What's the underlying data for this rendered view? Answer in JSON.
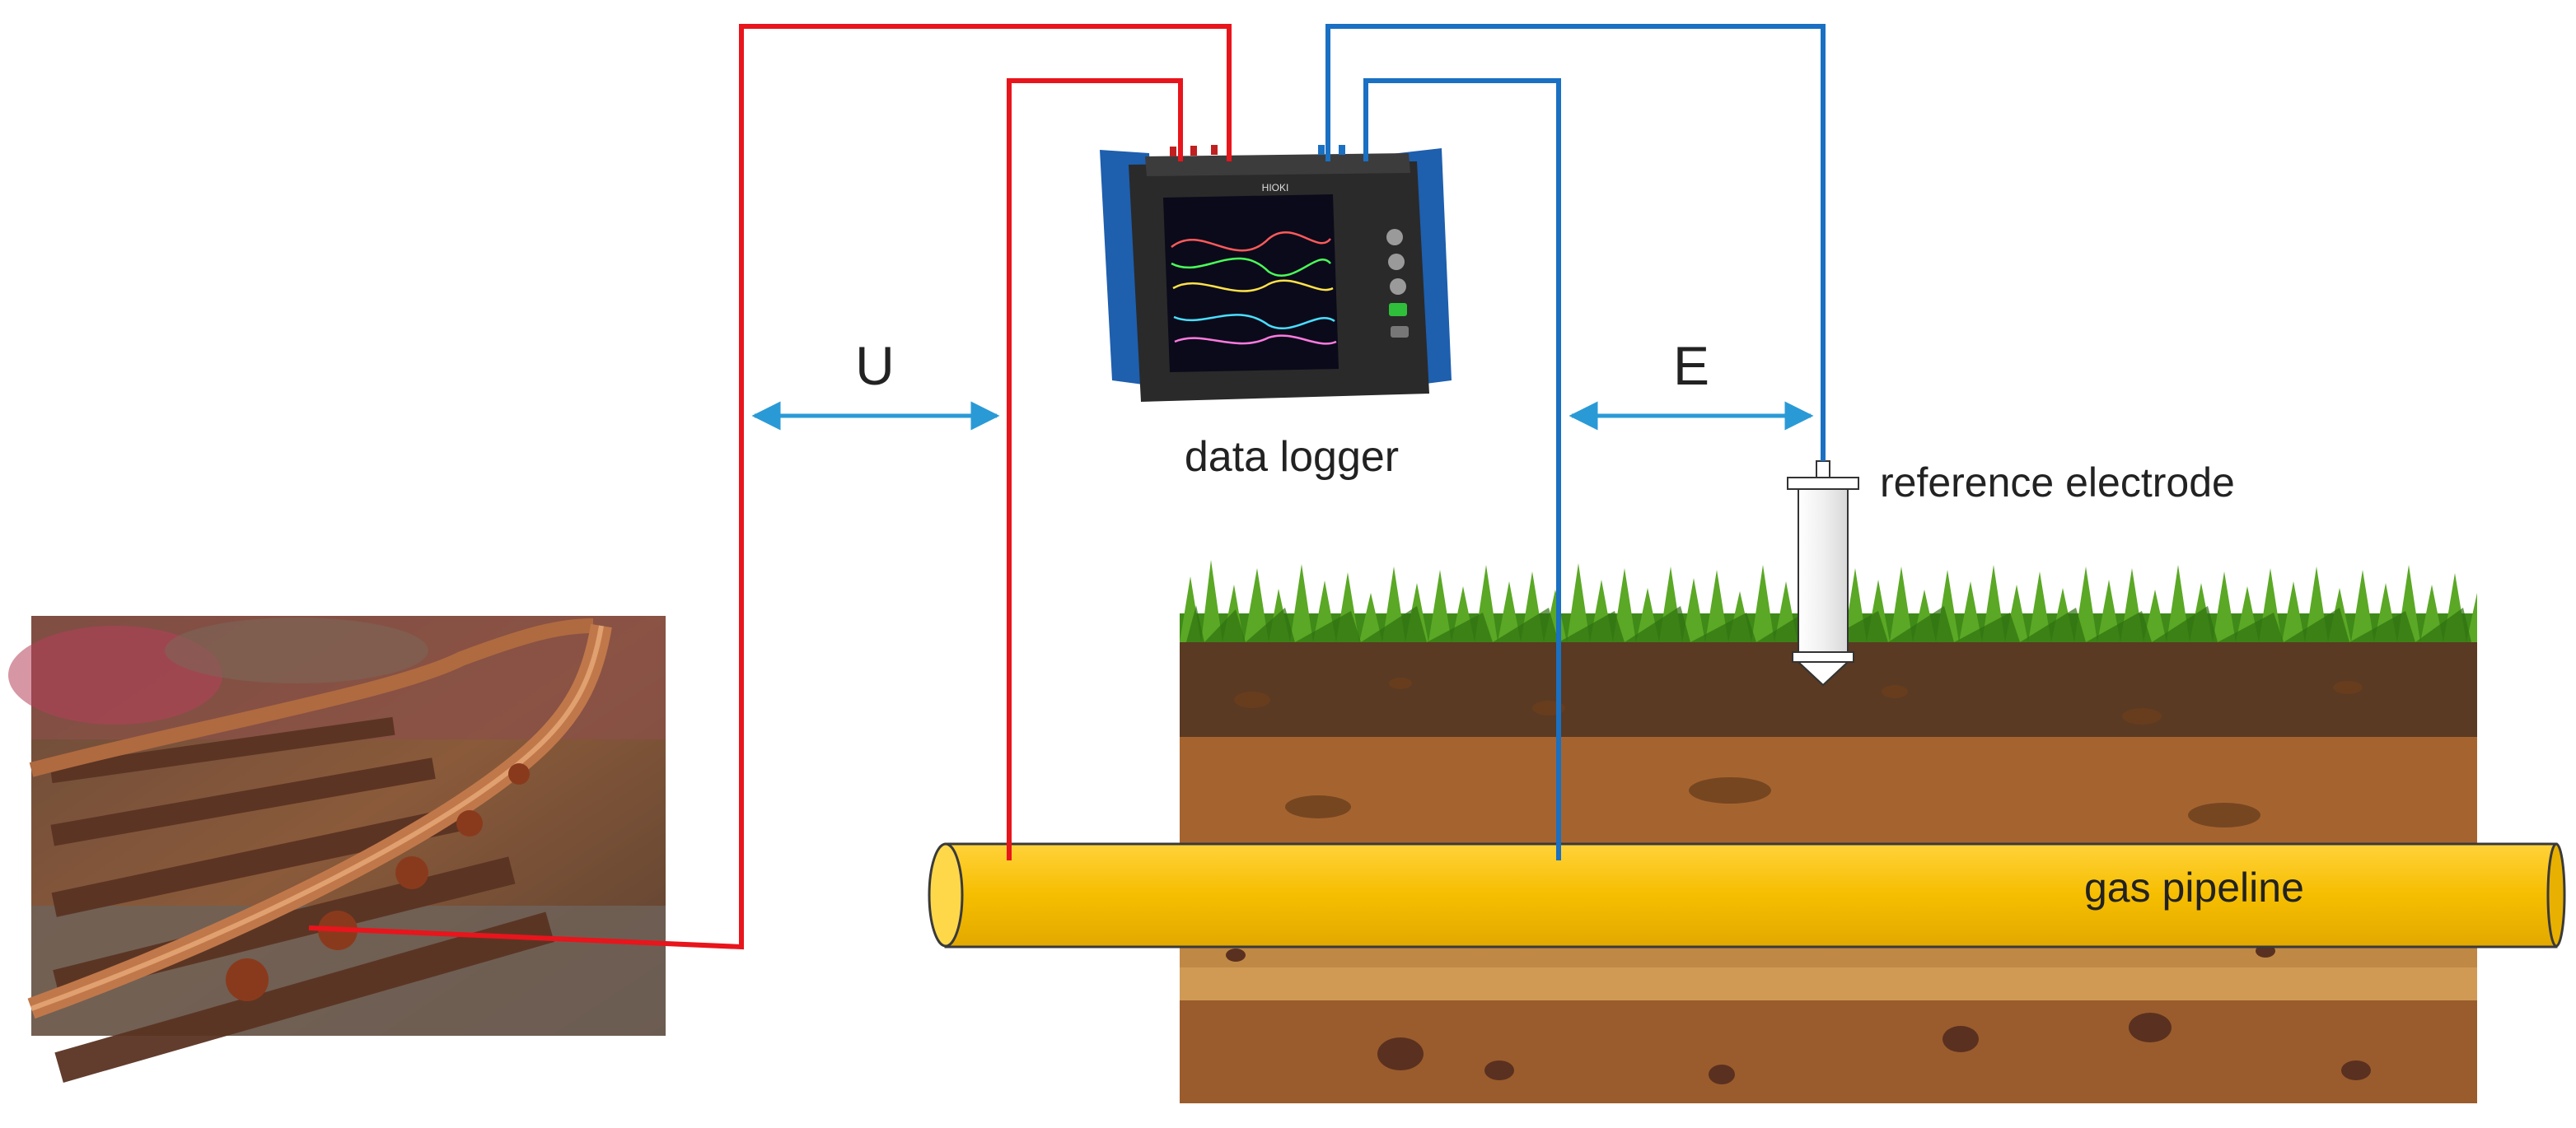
{
  "labels": {
    "u": "U",
    "e": "E",
    "data_logger": "data logger",
    "reference_electrode": "reference electrode",
    "gas_pipeline": "gas pipeline",
    "device_brand": "HIOKI"
  },
  "colors": {
    "red_wire": "#e8151c",
    "blue_wire": "#1a70c2",
    "arrow": "#2a9ad6",
    "pipe_fill": "#f6be00",
    "pipe_outline": "#3a3a3a",
    "grass": "#4a9a1e",
    "soil_top": "#5a3a22",
    "soil_mid": "#a5642f",
    "soil_low": "#b8803e",
    "soil_bottom": "#9a5c2c",
    "device_frame": "#1e5fae",
    "device_body": "#2a2a2a",
    "screen": "#0a0a1a",
    "rail": "#8a4a2a"
  }
}
